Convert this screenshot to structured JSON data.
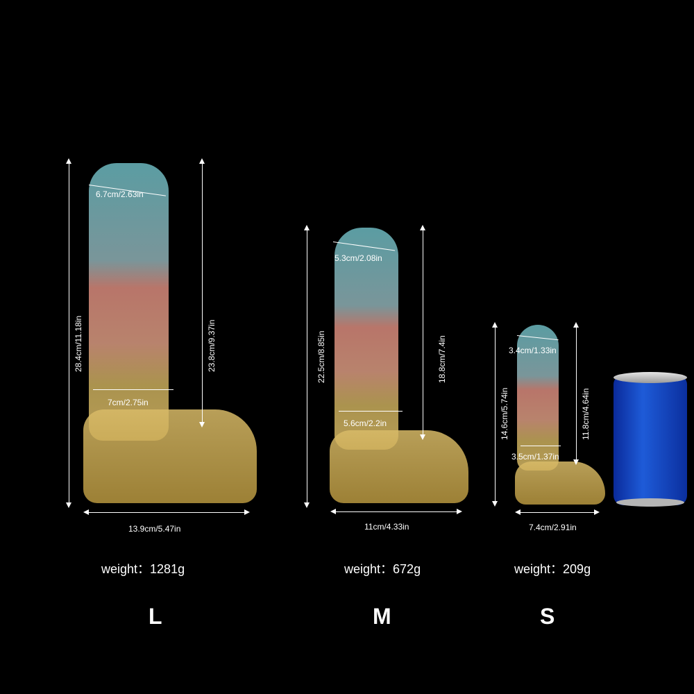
{
  "sizes": [
    {
      "label": "L",
      "total_length": "28.4cm/11.18in",
      "insertable_length": "23.8cm/9.37in",
      "head_width": "6.7cm/2.63in",
      "shaft_width": "7cm/2.75in",
      "base_width": "13.9cm/5.47in",
      "weight": "weight：1281g"
    },
    {
      "label": "M",
      "total_length": "22.5cm/8.85in",
      "insertable_length": "18.8cm/7.4in",
      "head_width": "5.3cm/2.08in",
      "shaft_width": "5.6cm/2.2in",
      "base_width": "11cm/4.33in",
      "weight": "weight：672g"
    },
    {
      "label": "S",
      "total_length": "14.6cm/5.74in",
      "insertable_length": "11.8cm/4.64in",
      "head_width": "3.4cm/1.33in",
      "shaft_width": "3.5cm/1.37in",
      "base_width": "7.4cm/2.91in",
      "weight": "weight：209g"
    }
  ],
  "reference_object": "soda-can",
  "colors": {
    "background": "#000000",
    "text": "#ffffff",
    "can": "#1e5bd8"
  }
}
